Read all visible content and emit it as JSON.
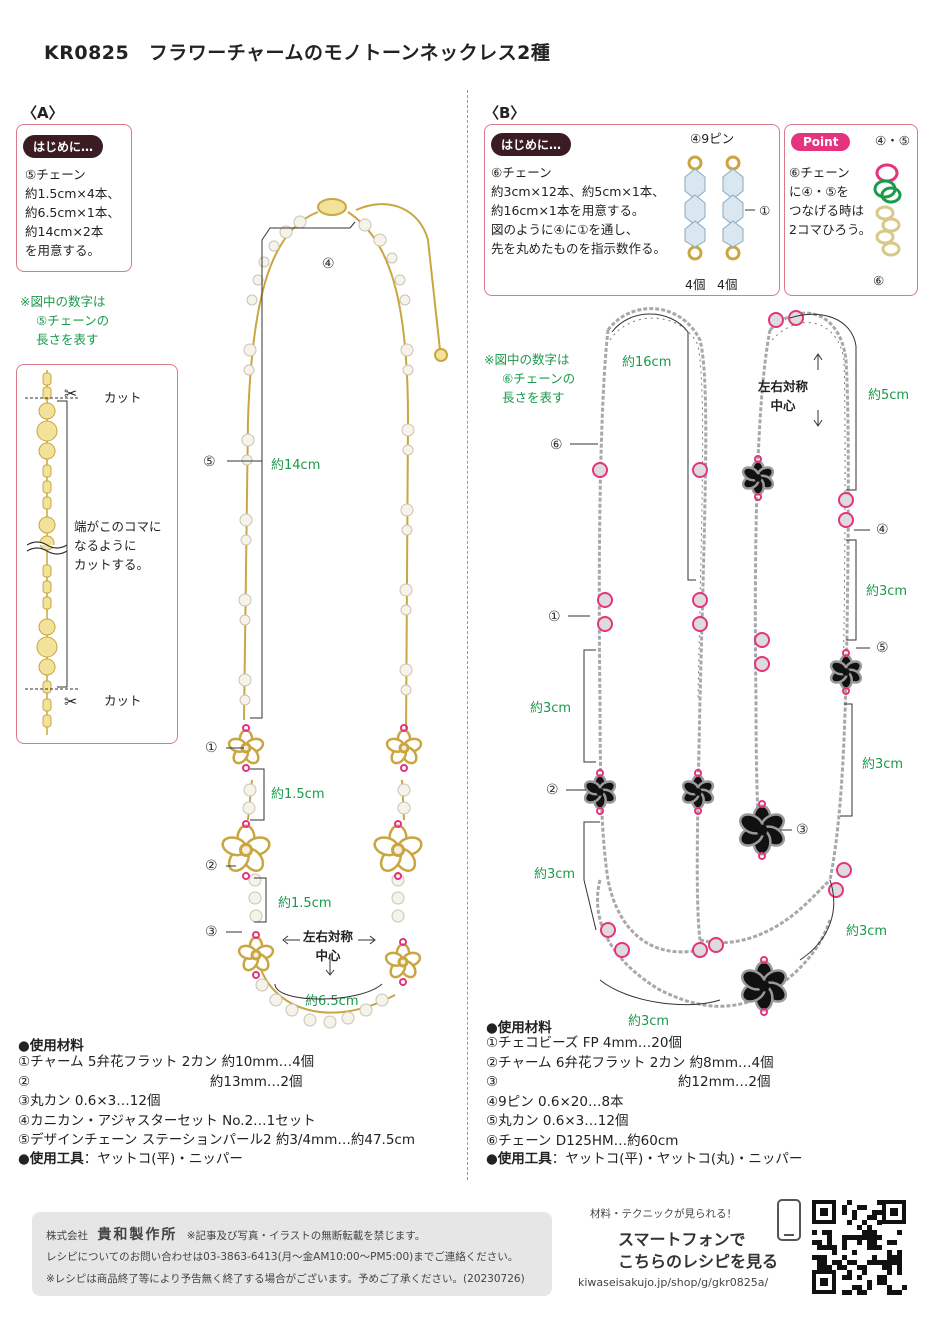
{
  "title": "KR0825　フラワーチャームのモノトーンネックレス2種",
  "sectionA": {
    "label": "〈A〉",
    "intro_pill": "はじめに…",
    "intro_lines": [
      "⑤チェーン",
      "約1.5cm×4本、",
      "約6.5cm×1本、",
      "約14cm×2本",
      "を用意する。"
    ],
    "note_lines": [
      "※図中の数字は",
      "⑤チェーンの",
      "長さを表す"
    ],
    "cut_top": "カット",
    "cut_bottom": "カット",
    "cut_note_lines": [
      "端がこのコマに",
      "なるように",
      "カットする。"
    ],
    "labels": {
      "n4": "④",
      "n5": "⑤",
      "n1": "①",
      "n2": "②",
      "n3": "③",
      "len14": "約14cm",
      "len15a": "約1.5cm",
      "len15b": "約1.5cm",
      "len65": "約6.5cm",
      "center1": "左右対称",
      "center2": "中心"
    },
    "materials_head": "●使用材料",
    "materials": [
      "①チャーム 5弁花フラット 2カン 約10mm…4個",
      "②　　　　　　　　　　　　　 約13mm…2個",
      "③丸カン 0.6×3…12個",
      "④カニカン・アジャスターセット No.2…1セット",
      "⑤デザインチェーン ステーションパール2 約3/4mm…約47.5cm"
    ],
    "tools_head": "●使用工具",
    "tools": "：ヤットコ(平)・ニッパー"
  },
  "sectionB": {
    "label": "〈B〉",
    "intro_pill": "はじめに…",
    "intro_lines": [
      "⑥チェーン",
      "約3cm×12本、約5cm×1本、",
      "約16cm×1本を用意する。",
      "図のように④に①を通し、",
      "先を丸めたものを指示数作る。"
    ],
    "pin_label": "④9ピン",
    "bead_label": "①",
    "count_left": "4個",
    "count_right": "4個",
    "point_pill": "Point",
    "point_nums": "④・⑤",
    "point_lines": [
      "⑥チェーン",
      "に④・⑤を",
      "つなげる時は",
      "2コマひろう。"
    ],
    "point_chain_label": "⑥",
    "note_lines": [
      "※図中の数字は",
      "⑥チェーンの",
      "長さを表す"
    ],
    "labels": {
      "len16": "約16cm",
      "n6": "⑥",
      "len5": "約5cm",
      "n4": "④",
      "len3a": "約3cm",
      "n1": "①",
      "n5": "⑤",
      "len3b": "約3cm",
      "len3c": "約3cm",
      "n2": "②",
      "n3": "③",
      "len3d": "約3cm",
      "len3e": "約3cm",
      "len3f": "約3cm",
      "center1": "左右対称",
      "center2": "中心"
    },
    "materials_head": "●使用材料",
    "materials": [
      "①チェコビーズ FP 4mm…20個",
      "②チャーム 6弁花フラット 2カン 約8mm…4個",
      "③　　　　　　　　　　　　　 約12mm…2個",
      "④9ピン 0.6×20…8本",
      "⑤丸カン 0.6×3…12個",
      "⑥チェーン D125HM…約60cm"
    ],
    "tools_head": "●使用工具",
    "tools": "：ヤットコ(平)・ヤットコ(丸)・ニッパー"
  },
  "footer": {
    "company_prefix": "株式会社",
    "company": "貴和製作所",
    "copyright": "※記事及び写真・イラストの無断転載を禁じます。",
    "contact": "レシピについてのお問い合わせは03-3863-6413(月〜金AM10:00〜PM5:00)までご連絡ください。",
    "notice": "※レシピは商品終了等により予告無く終了する場合がございます。予めご了承ください。(20230726)",
    "promo_small": "材料・テクニックが見られる！",
    "promo_line1": "スマートフォンで",
    "promo_line2": "こちらのレシピを見る",
    "url": "kiwaseisakujo.jp/shop/g/gkr0825a/"
  },
  "colors": {
    "accent_pink": "#e5337d",
    "green": "#1a9a4a",
    "dark": "#3a1c22"
  }
}
